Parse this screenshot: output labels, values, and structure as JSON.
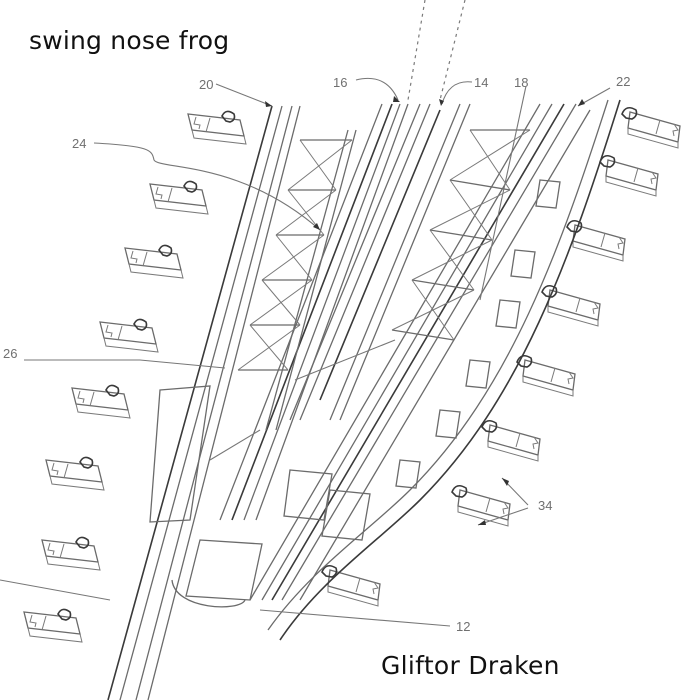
{
  "title": "swing nose frog",
  "author": "Gliftor Draken",
  "reference_numerals": {
    "n12": "12",
    "n14": "14",
    "n16": "16",
    "n18": "18",
    "n20": "20",
    "n22": "22",
    "n24": "24",
    "n26": "26",
    "n34": "34"
  },
  "colors": {
    "line": "#6b6b6b",
    "text": "#111111",
    "background": "#ffffff"
  }
}
